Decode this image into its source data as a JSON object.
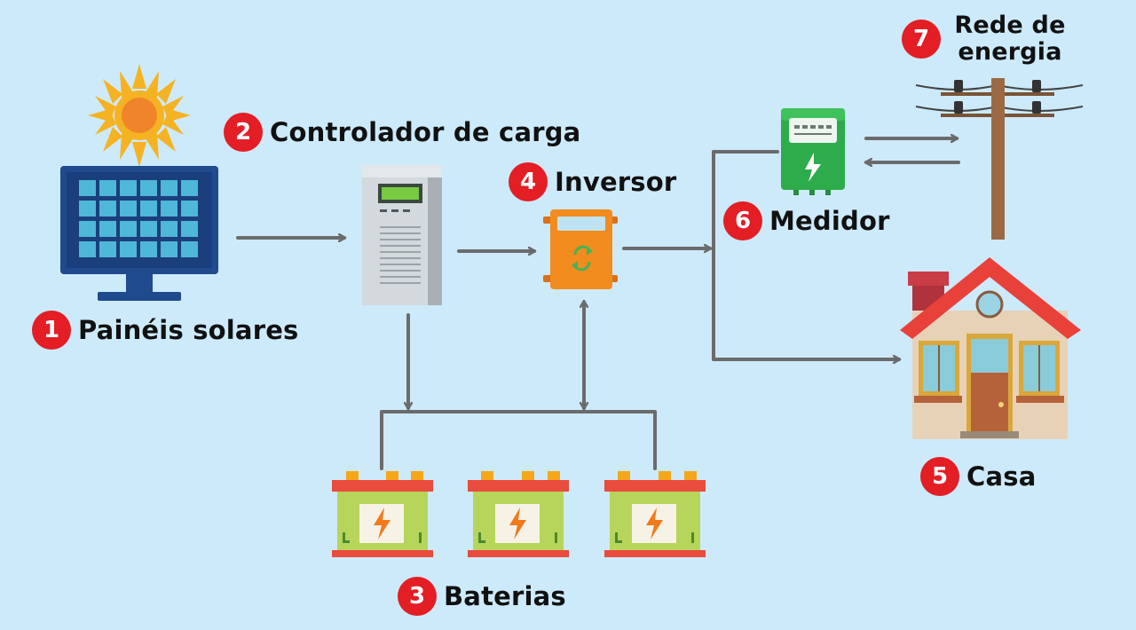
{
  "colors": {
    "background": "#cdeafb",
    "arrow": "#6b6b6b",
    "badge": "#e31e24",
    "panel_frame": "#1f4a8e",
    "panel_cell": "#4fb7d8",
    "sun": "#f5b323",
    "inverter": "#f28c1e",
    "meter": "#2eab4a",
    "battery_body": "#b6d55a",
    "battery_top": "#e94b3c",
    "roof": "#e8413a",
    "house_wall": "#e7d2b8",
    "pole": "#9b6a44"
  },
  "components": [
    {
      "id": "paineis",
      "number": "1",
      "label": "Painéis solares",
      "icon": "solar-panel-icon"
    },
    {
      "id": "controlador",
      "number": "2",
      "label": "Controlador de carga",
      "icon": "charge-controller-icon"
    },
    {
      "id": "baterias",
      "number": "3",
      "label": "Baterias",
      "icon": "battery-icon"
    },
    {
      "id": "inversor",
      "number": "4",
      "label": "Inversor",
      "icon": "inverter-icon"
    },
    {
      "id": "casa",
      "number": "5",
      "label": "Casa",
      "icon": "house-icon"
    },
    {
      "id": "medidor",
      "number": "6",
      "label": "Medidor",
      "icon": "meter-icon"
    },
    {
      "id": "rede",
      "number": "7",
      "label": "Rede de energia",
      "icon": "power-pole-icon"
    }
  ]
}
